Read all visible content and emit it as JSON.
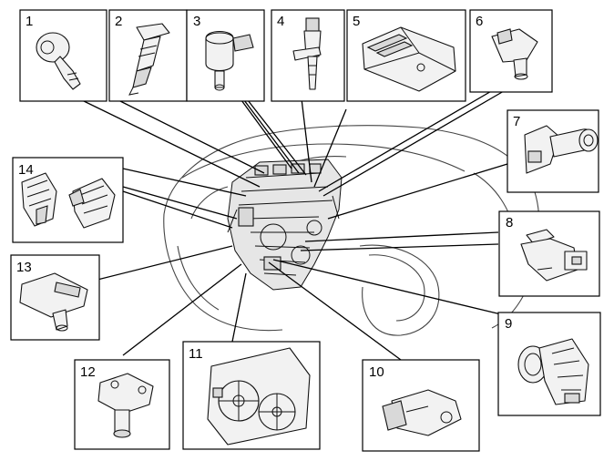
{
  "diagram": {
    "callouts": [
      {
        "id": "callout-1",
        "number": "1"
      },
      {
        "id": "callout-2",
        "number": "2"
      },
      {
        "id": "callout-3",
        "number": "3"
      },
      {
        "id": "callout-4",
        "number": "4"
      },
      {
        "id": "callout-5",
        "number": "5"
      },
      {
        "id": "callout-6",
        "number": "6"
      },
      {
        "id": "callout-7",
        "number": "7"
      },
      {
        "id": "callout-8",
        "number": "8"
      },
      {
        "id": "callout-9",
        "number": "9"
      },
      {
        "id": "callout-10",
        "number": "10"
      },
      {
        "id": "callout-11",
        "number": "11"
      },
      {
        "id": "callout-12",
        "number": "12"
      },
      {
        "id": "callout-13",
        "number": "13"
      },
      {
        "id": "callout-14",
        "number": "14"
      }
    ]
  }
}
